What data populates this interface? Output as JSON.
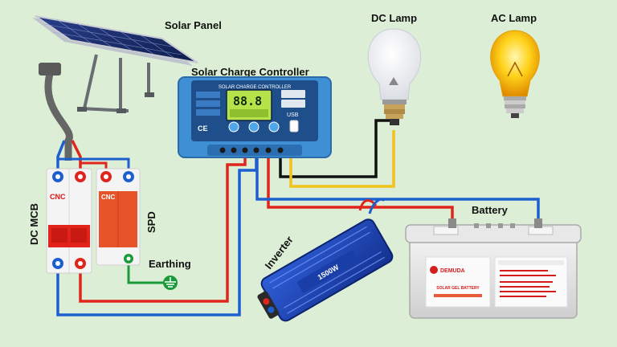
{
  "labels": {
    "solar_panel": "Solar Panel",
    "charge_controller": "Solar Charge Controller",
    "dc_lamp": "DC Lamp",
    "ac_lamp": "AC Lamp",
    "battery": "Battery",
    "inverter": "Inverter",
    "dc_mcb": "DC MCB",
    "spd": "SPD",
    "earthing": "Earthing"
  },
  "device_text": {
    "controller_header": "SOLAR CHARGE CONTROLLER",
    "controller_display": "88.8",
    "controller_usb": "USB",
    "controller_ce": "CE",
    "mcb_brand": "CNC",
    "spd_brand": "CNC",
    "inverter_rating": "1500W",
    "battery_brand": "DEMUDA",
    "battery_type": "SOLAR GEL BATTERY"
  },
  "colors": {
    "positive_wire": "#e0261c",
    "negative_wire": "#1e5fd0",
    "earth_wire": "#1a9a3a",
    "lamp_wire_pos": "#f2c21b",
    "lamp_wire_neg": "#111111",
    "controller_body": "#3f8fd4",
    "background": "#dcefd6"
  }
}
